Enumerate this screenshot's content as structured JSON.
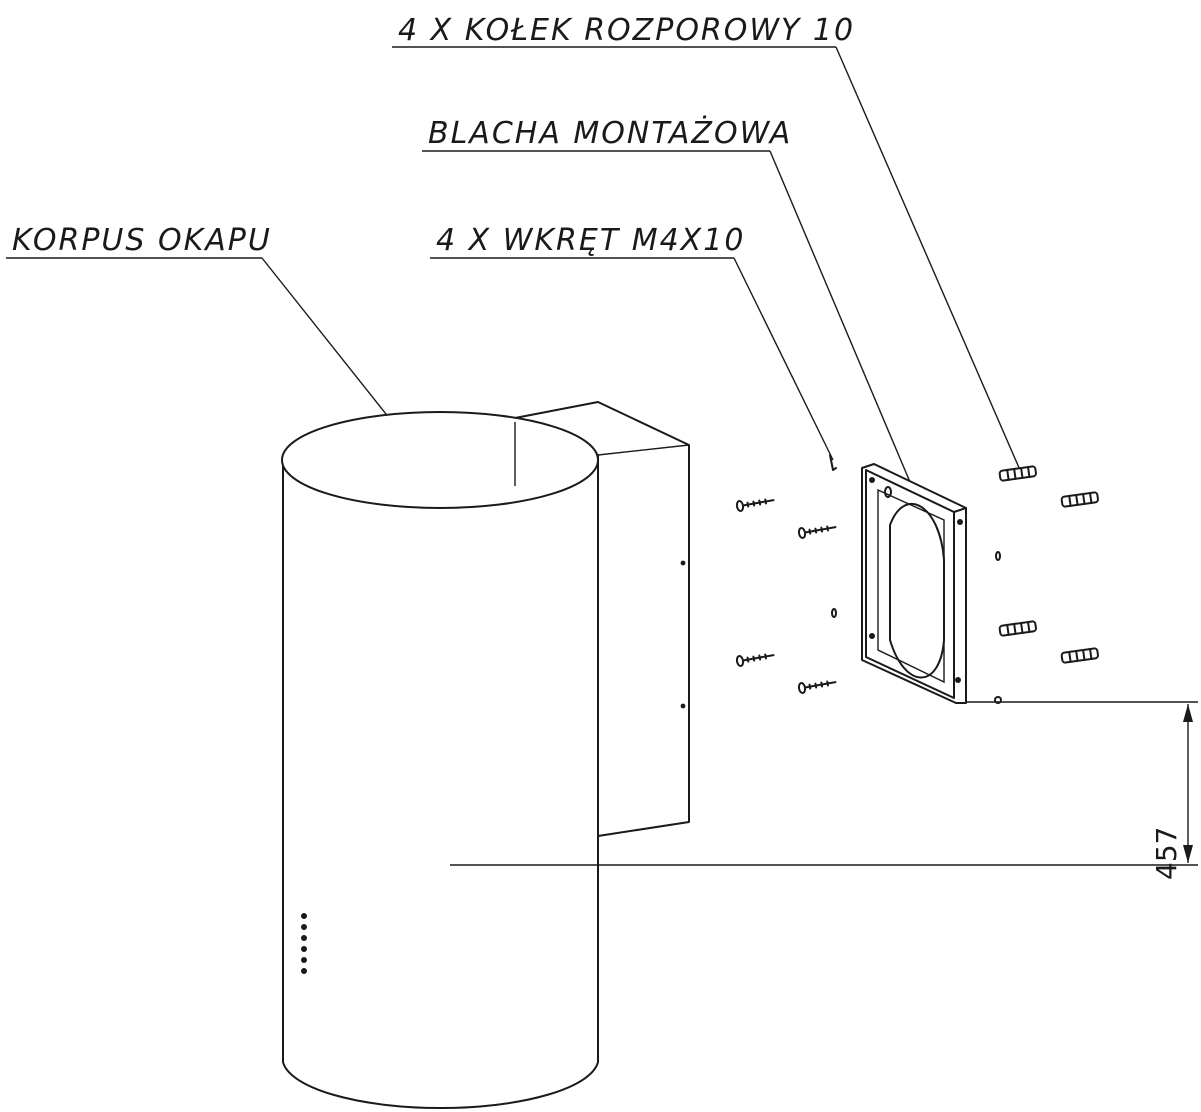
{
  "labels": {
    "anchors": "4 X KOŁEK ROZPOROWY 10",
    "plate": "BLACHA MONTAŻOWA",
    "body": "KORPUS OKAPU",
    "screws": "4 X WKRĘT M4X10"
  },
  "dimension": {
    "value": "457"
  },
  "colors": {
    "line": "#1a1a1a",
    "background": "#ffffff"
  }
}
